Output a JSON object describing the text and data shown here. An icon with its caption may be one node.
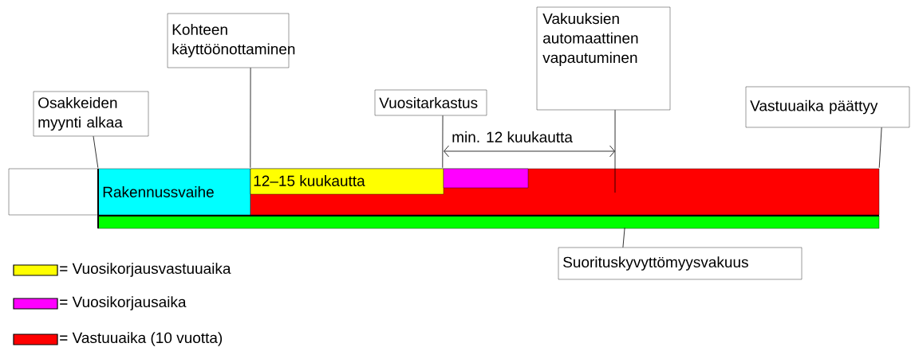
{
  "diagram": {
    "nodes": [
      {
        "text": [
          "Osakkeiden myynti alkaa"
        ]
      },
      {
        "text": [
          "Kohteen käyttöönottaminen"
        ]
      },
      {
        "text": [
          "Vuositarkastus"
        ]
      },
      {
        "text": [
          "Vakuuksien automaattinen vapautuminen"
        ]
      },
      {
        "text": [
          "Vastuuaika päättyy"
        ]
      },
      {
        "text": [],
        "shape": "bar"
      },
      {
        "text": [
          "Rakennussvaihe"
        ]
      },
      {
        "text": [],
        "shape": "bar"
      },
      {
        "text": [
          "12–15 kuukautta"
        ],
        "in": 7
      },
      {
        "text": [],
        "shape": "bar",
        "in": 7
      },
      {
        "text": [],
        "shape": "bar"
      },
      {
        "text": [
          "Suorituskyvyttömyysvakuus"
        ]
      }
    ],
    "edges": [
      {
        "from": 0,
        "to": 6,
        "arrow": "none"
      },
      {
        "from": 1,
        "to": 8,
        "arrow": "none"
      },
      {
        "from": 2,
        "to": 9,
        "arrow": "none"
      },
      {
        "from": 3,
        "to": 7,
        "arrow": "none"
      },
      {
        "from": 4,
        "to": 7,
        "arrow": "none"
      },
      {
        "from": 11,
        "to": 10,
        "arrow": "none"
      }
    ],
    "labels": [
      "min. 12 kuukautta"
    ],
    "legend": [
      {
        "text": "= Vuosikorjausvastuuaika",
        "color": "#ffff00"
      },
      {
        "text": "= Vuosikorjausaika",
        "color": "#ff00ff"
      },
      {
        "text": "= Vastuuaika (10 vuotta)",
        "color": "#ff0000"
      }
    ]
  }
}
